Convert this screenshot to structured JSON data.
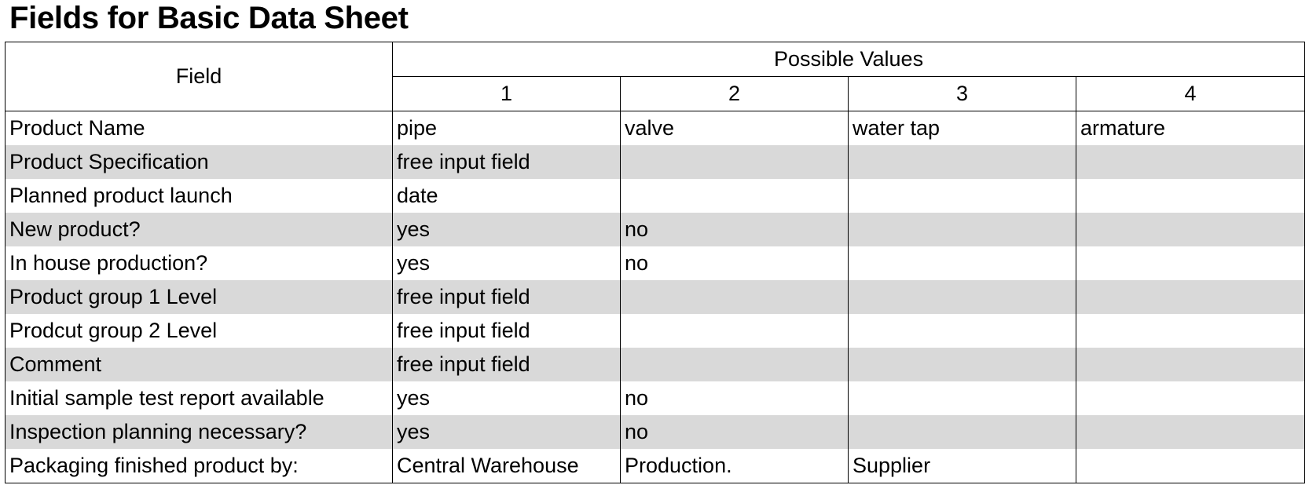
{
  "title": "Fields for Basic Data Sheet",
  "table": {
    "field_header": "Field",
    "values_header": "Possible Values",
    "value_columns": [
      "1",
      "2",
      "3",
      "4"
    ],
    "rows": [
      {
        "field": "Product Name",
        "values": [
          "pipe",
          "valve",
          "water tap",
          "armature"
        ]
      },
      {
        "field": "Product Specification",
        "values": [
          "free input field",
          "",
          "",
          ""
        ]
      },
      {
        "field": "Planned product launch",
        "values": [
          "date",
          "",
          "",
          ""
        ]
      },
      {
        "field": "New product?",
        "values": [
          "yes",
          "no",
          "",
          ""
        ]
      },
      {
        "field": "In house production?",
        "values": [
          "yes",
          "no",
          "",
          ""
        ]
      },
      {
        "field": "Product group 1 Level",
        "values": [
          "free input field",
          "",
          "",
          ""
        ]
      },
      {
        "field": "Prodcut group 2 Level",
        "values": [
          "free input field",
          "",
          "",
          ""
        ]
      },
      {
        "field": "Comment",
        "values": [
          "free input field",
          "",
          "",
          ""
        ]
      },
      {
        "field": "Initial sample test report available",
        "values": [
          "yes",
          "no",
          "",
          ""
        ]
      },
      {
        "field": "Inspection planning necessary?",
        "values": [
          "yes",
          "no",
          "",
          ""
        ]
      },
      {
        "field": "Packaging finished product by:",
        "values": [
          "Central Warehouse",
          "Production.",
          "Supplier",
          ""
        ]
      }
    ]
  }
}
